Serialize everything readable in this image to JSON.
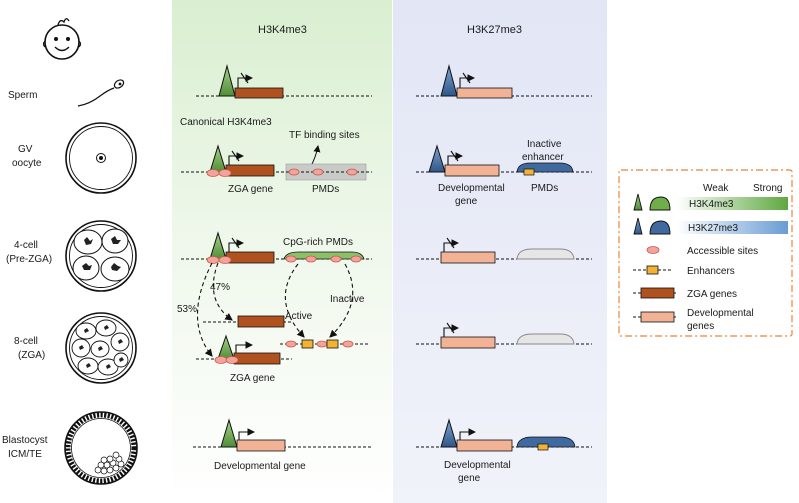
{
  "columns": {
    "h3k4me3": "H3K4me3",
    "h3k27me3": "H3K27me3"
  },
  "stages": {
    "sperm": "Sperm",
    "gv_line1": "GV",
    "gv_line2": "oocyte",
    "cell4_line1": "4-cell",
    "cell4_line2": "(Pre-ZGA)",
    "cell8_line1": "8-cell",
    "cell8_line2": "(ZGA)",
    "blast_line1": "Blastocyst",
    "blast_line2": "ICM/TE"
  },
  "k4": {
    "canonical": "Canonical H3K4me3",
    "tf_binding": "TF binding sites",
    "zga_gene": "ZGA gene",
    "pmds": "PMDs",
    "cpg_pmds": "CpG-rich PMDs",
    "pct47": "47%",
    "pct53": "53%",
    "active": "Active",
    "inactive": "Inactive",
    "zga_gene_2": "ZGA gene",
    "dev_gene": "Developmental gene"
  },
  "k27": {
    "inactive_enh_line1": "Inactive",
    "inactive_enh_line2": "enhancer",
    "dev_gene_line1": "Developmental",
    "dev_gene_line2": "gene",
    "pmds": "PMDs",
    "dev_gene2_line1": "Developmental",
    "dev_gene2_line2": "gene"
  },
  "legend": {
    "weak": "Weak",
    "strong": "Strong",
    "h3k4me3": "H3K4me3",
    "h3k27me3": "H3K27me3",
    "accessible": "Accessible sites",
    "enhancers": "Enhancers",
    "zga_genes": "ZGA genes",
    "dev_line1": "Developmental",
    "dev_line2": "genes"
  },
  "colors": {
    "k4_green": "#6fae4a",
    "k27_blue": "#3f6aa0",
    "zga_brown": "#b0521f",
    "dev_salmon": "#f2b295",
    "enhancer_yellow": "#f2b233",
    "accessible_pink": "#f5a39a",
    "legend_orange": "#e8853a"
  }
}
